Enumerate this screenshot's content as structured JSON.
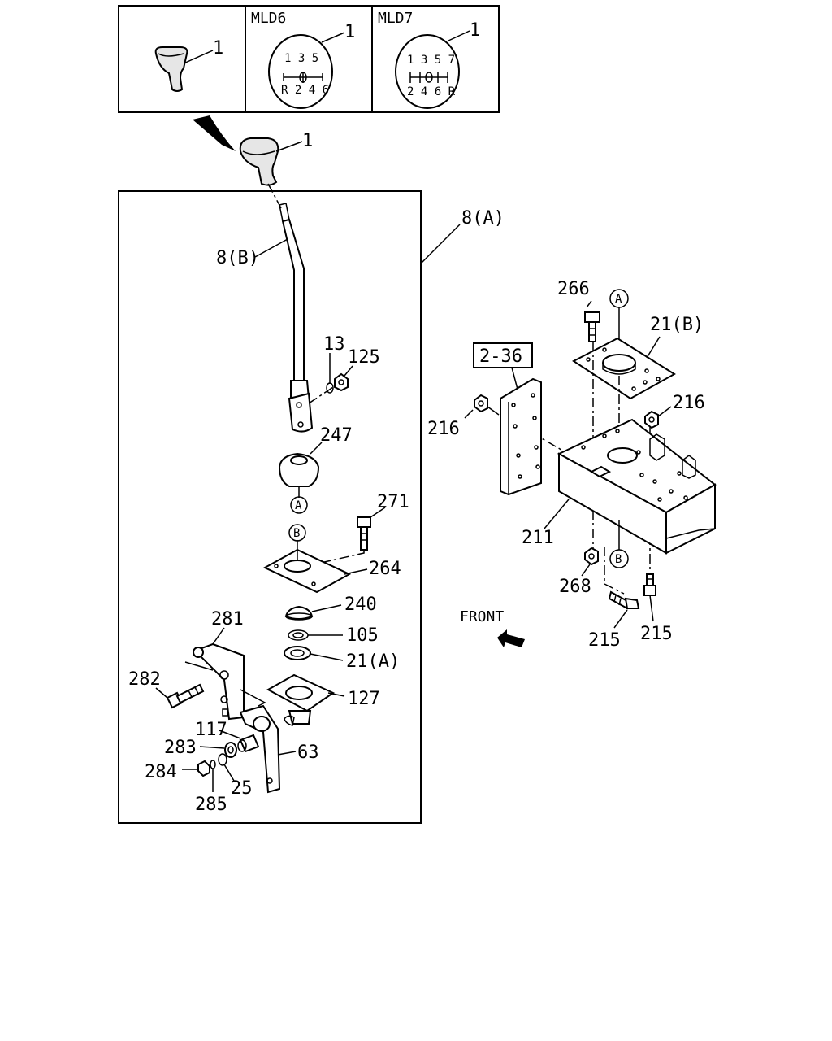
{
  "inset": {
    "panel2_title": "MLD6",
    "panel3_title": "MLD7",
    "knob_label_1": "1",
    "knob_label_2": "1",
    "knob_label_3": "1",
    "mld6_top": "1 3 5",
    "mld6_bottom": "R 2 4 6",
    "mld7_top": "1 3 5 7",
    "mld7_bottom": "2 4 6 R"
  },
  "labels": {
    "knob": "1",
    "lever_assy": "8(A)",
    "lever": "8(B)",
    "p13": "13",
    "p125": "125",
    "p247": "247",
    "ref_a1": "A",
    "p271": "271",
    "ref_b1": "B",
    "p264": "264",
    "p240": "240",
    "p105": "105",
    "p21a": "21(A)",
    "p127": "127",
    "p281": "281",
    "p282": "282",
    "p117": "117",
    "p283": "283",
    "p63": "63",
    "p284": "284",
    "p25": "25",
    "p285": "285",
    "p266": "266",
    "ref_a2": "A",
    "p21b": "21(B)",
    "ref_2_36": "2-36",
    "p216_left": "216",
    "p216_right": "216",
    "p211": "211",
    "p268": "268",
    "ref_b2": "B",
    "p215_left": "215",
    "p215_right": "215",
    "front": "FRONT"
  }
}
